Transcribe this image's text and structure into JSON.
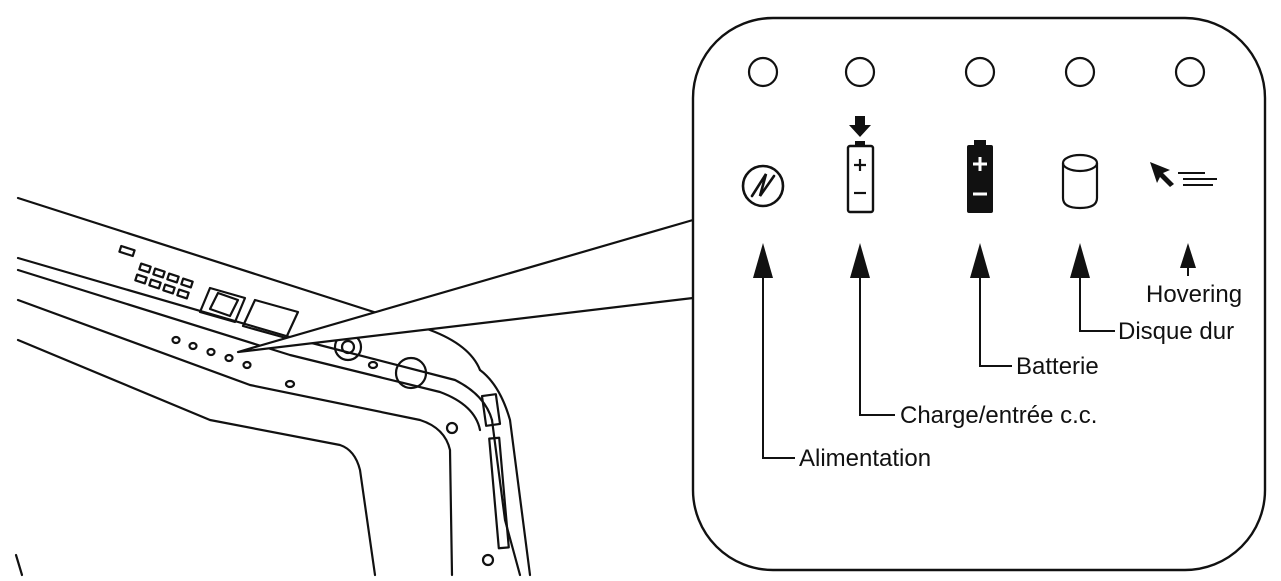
{
  "labels": {
    "power": "Alimentation",
    "charge": "Charge/entrée c.c.",
    "battery": "Batterie",
    "hdd": "Disque dur",
    "hovering": "Hovering"
  },
  "icons": {
    "power": "power-icon",
    "charge": "battery-charge-icon",
    "battery": "battery-icon",
    "hdd": "hard-disk-icon",
    "hovering": "hover-pointer-icon"
  },
  "colors": {
    "line": "#111111",
    "background": "#ffffff"
  }
}
